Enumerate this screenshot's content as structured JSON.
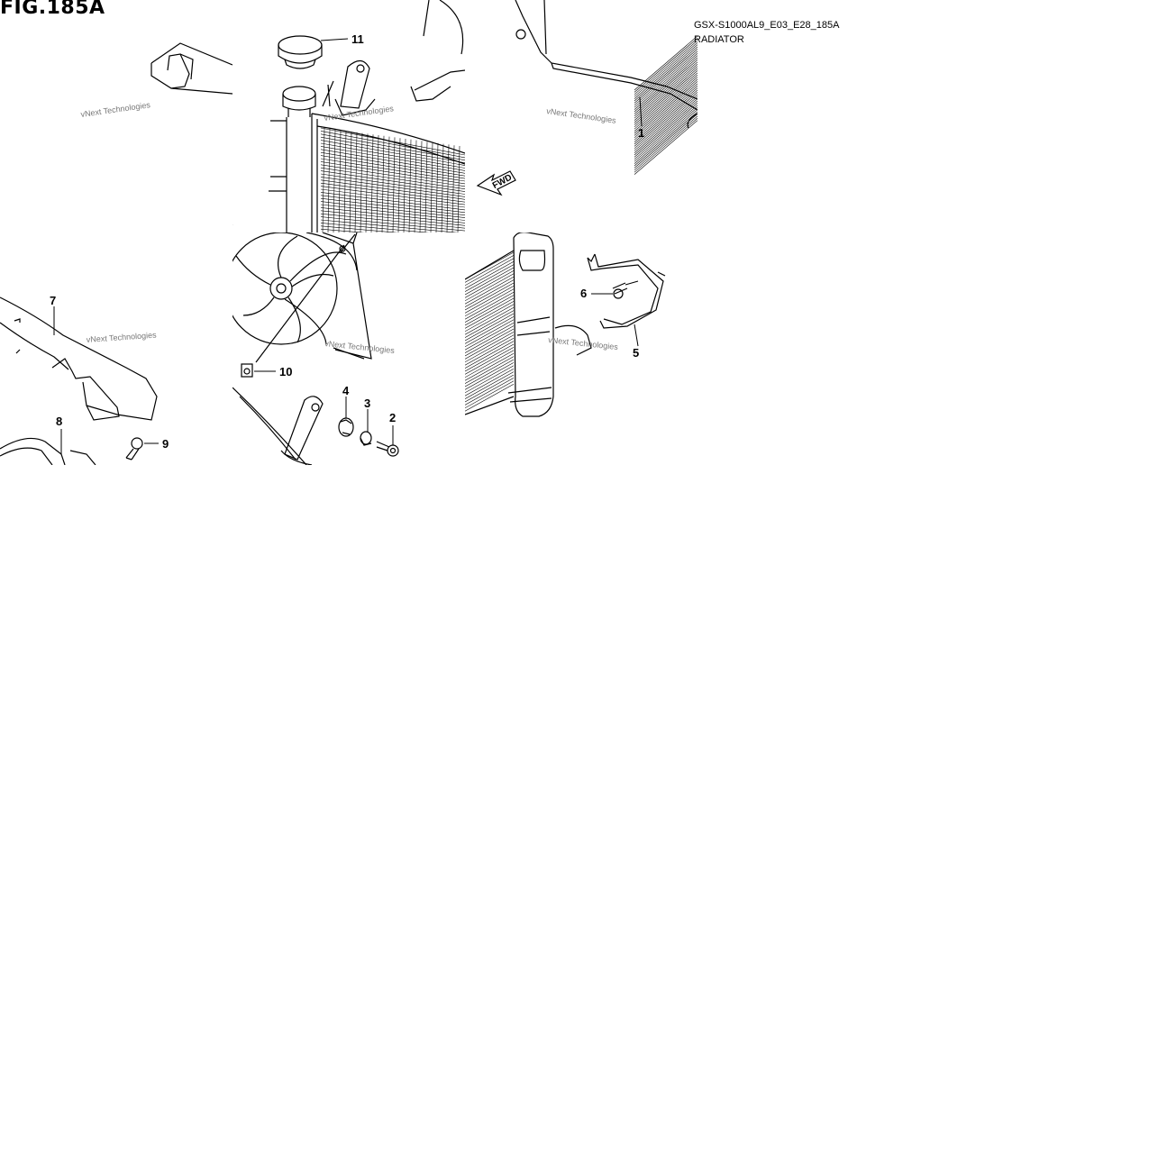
{
  "figure": {
    "title": "FIG.185A",
    "model_code": "GSX-S1000AL9_E03_E28_185A",
    "section": "RADIATOR"
  },
  "fwd_label": "FWD",
  "watermark": "vNext Technologies",
  "parts": [
    {
      "number": "1"
    },
    {
      "number": "2"
    },
    {
      "number": "3"
    },
    {
      "number": "4"
    },
    {
      "number": "5"
    },
    {
      "number": "6"
    },
    {
      "number": "7"
    },
    {
      "number": "8"
    },
    {
      "number": "9"
    },
    {
      "number": "10"
    },
    {
      "number": "11"
    }
  ],
  "colors": {
    "line": "#000000",
    "watermark": "#777777",
    "background": "#ffffff"
  }
}
